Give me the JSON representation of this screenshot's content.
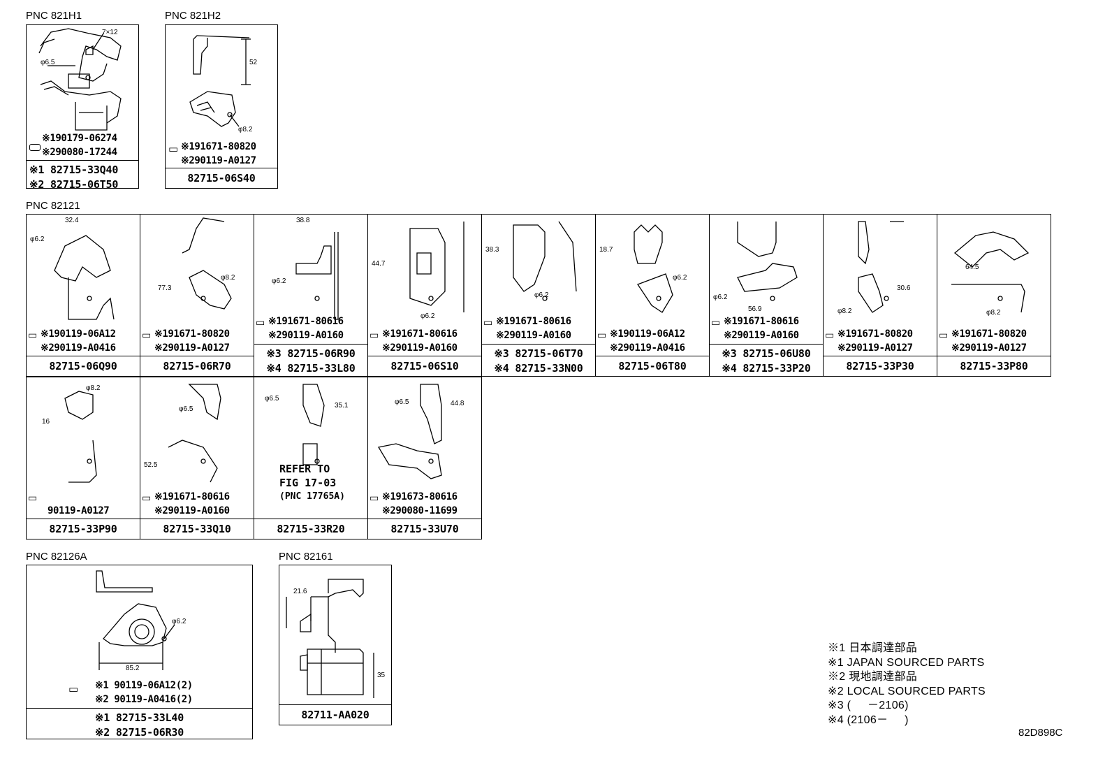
{
  "groups": {
    "g821h1": {
      "title": "PNC 821H1",
      "fasteners": [
        "※190179-06274",
        "※290080-17244"
      ],
      "parts": [
        "※1 82715-33Q40",
        "※2 82715-06T50"
      ],
      "dims": [
        "7×12",
        "φ6.5"
      ]
    },
    "g821h2": {
      "title": "PNC 821H2",
      "fasteners": [
        "※191671-80820",
        "※290119-A0127"
      ],
      "part": "82715-06S40",
      "dims": [
        "52",
        "φ8.2"
      ]
    },
    "g82121": {
      "title": "PNC 82121"
    },
    "g82126a": {
      "title": "PNC 82126A",
      "fasteners": [
        "※1 90119-06A12(2)",
        "※2 90119-A0416(2)"
      ],
      "parts": [
        "※1 82715-33L40",
        "※2 82715-06R30"
      ],
      "dims": [
        "φ6.2",
        "85.2"
      ]
    },
    "g82161": {
      "title": "PNC 82161",
      "part": "82711-AA020",
      "dims": [
        "21.6",
        "35"
      ]
    }
  },
  "cells": [
    {
      "fasteners": [
        "※190119-06A12",
        "※290119-A0416"
      ],
      "part": "82715-06Q90",
      "dims": [
        "32.4",
        "φ6.2"
      ]
    },
    {
      "fasteners": [
        "※191671-80820",
        "※290119-A0127"
      ],
      "part": "82715-06R70",
      "dims": [
        "77.3",
        "φ8.2"
      ]
    },
    {
      "fasteners": [
        "※191671-80616",
        "※290119-A0160"
      ],
      "parts": [
        "※3 82715-06R90",
        "※4 82715-33L80"
      ],
      "dims": [
        "38.8",
        "φ6.2"
      ]
    },
    {
      "fasteners": [
        "※191671-80616",
        "※290119-A0160"
      ],
      "part": "82715-06S10",
      "dims": [
        "44.7",
        "φ6.2"
      ]
    },
    {
      "fasteners": [
        "※191671-80616",
        "※290119-A0160"
      ],
      "parts": [
        "※3 82715-06T70",
        "※4 82715-33N00"
      ],
      "dims": [
        "38.3",
        "φ6.2"
      ]
    },
    {
      "fasteners": [
        "※190119-06A12",
        "※290119-A0416"
      ],
      "part": "82715-06T80",
      "dims": [
        "18.7",
        "φ6.2"
      ]
    },
    {
      "fasteners": [
        "※191671-80616",
        "※290119-A0160"
      ],
      "parts": [
        "※3 82715-06U80",
        "※4 82715-33P20"
      ],
      "dims": [
        "φ6.2",
        "56.9"
      ]
    },
    {
      "fasteners": [
        "※191671-80820",
        "※290119-A0127"
      ],
      "part": "82715-33P30",
      "dims": [
        "30.6",
        "φ8.2"
      ]
    },
    {
      "fasteners": [
        "※191671-80820",
        "※290119-A0127"
      ],
      "part": "82715-33P80",
      "dims": [
        "64.5",
        "φ8.2"
      ]
    },
    {
      "fasteners": [
        "90119-A0127"
      ],
      "part": "82715-33P90",
      "dims": [
        "φ8.2",
        "16"
      ]
    },
    {
      "fasteners": [
        "※191671-80616",
        "※290119-A0160"
      ],
      "part": "82715-33Q10",
      "dims": [
        "φ6.5",
        "52.5"
      ]
    },
    {
      "refer": [
        "REFER TO",
        "FIG 17-03",
        "(PNC 17765A)"
      ],
      "part": "82715-33R20",
      "dims": [
        "φ6.5",
        "35.1"
      ]
    },
    {
      "fasteners": [
        "※191673-80616",
        "※290080-11699"
      ],
      "part": "82715-33U70",
      "dims": [
        "φ6.5",
        "44.8"
      ]
    }
  ],
  "legend": [
    "※1 日本調達部品",
    "※1 JAPAN SOURCED PARTS",
    "※2 現地調達部品",
    "※2 LOCAL SOURCED PARTS",
    "※3 (     －2106)",
    "※4 (2106－     )"
  ],
  "diagram_code": "82D898C"
}
